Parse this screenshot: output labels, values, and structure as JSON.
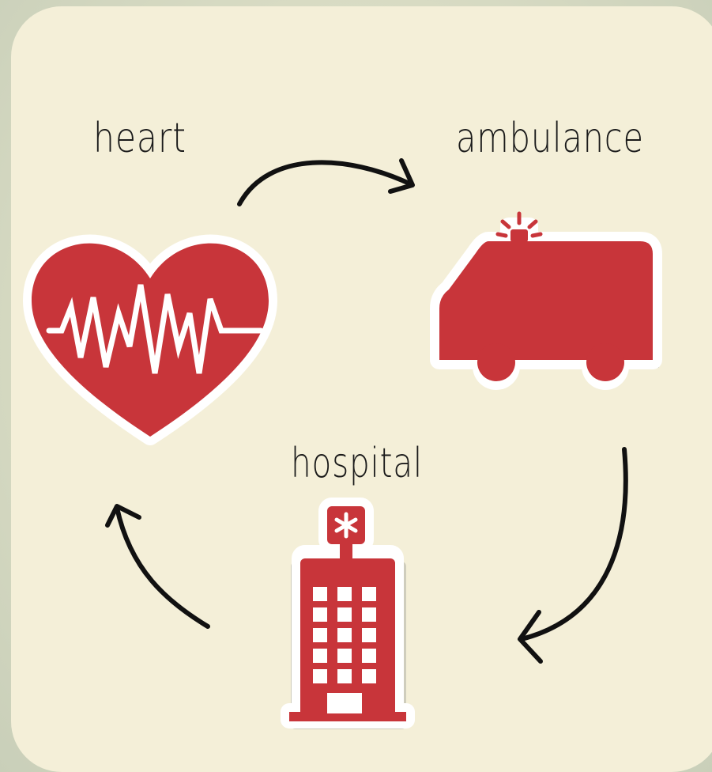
{
  "labels": {
    "heart": "heart",
    "ambulance": "ambulance",
    "hospital": "hospital"
  },
  "icons": {
    "heart": "heart-pulse-icon",
    "ambulance": "ambulance-icon",
    "hospital": "hospital-building-icon"
  },
  "colors": {
    "background": "#f4efd8",
    "icon_red": "#c8353a",
    "arrow": "#111111",
    "shadow": "#cfcdbd"
  },
  "flow": [
    "heart",
    "ambulance",
    "hospital",
    "heart"
  ]
}
